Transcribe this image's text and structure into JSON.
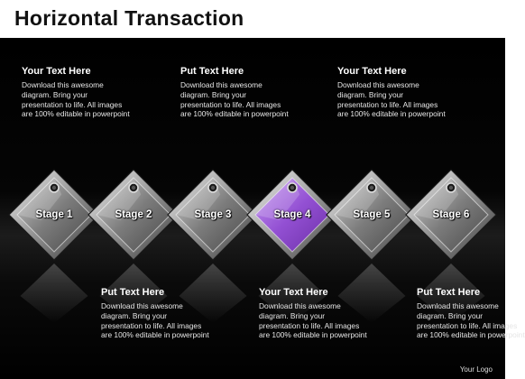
{
  "title": "Horizontal Transaction",
  "stages": [
    {
      "label": "Stage 1",
      "highlighted": false
    },
    {
      "label": "Stage 2",
      "highlighted": false
    },
    {
      "label": "Stage 3",
      "highlighted": false
    },
    {
      "label": "Stage 4",
      "highlighted": true
    },
    {
      "label": "Stage 5",
      "highlighted": false
    },
    {
      "label": "Stage 6",
      "highlighted": false
    }
  ],
  "top_texts": [
    {
      "heading": "Your Text Here",
      "body": "Download this awesome diagram. Bring your presentation to life. All images are 100% editable in powerpoint"
    },
    {
      "heading": "Put Text Here",
      "body": "Download this awesome diagram. Bring your presentation to life. All images are 100% editable in powerpoint"
    },
    {
      "heading": "Your Text Here",
      "body": "Download this awesome diagram. Bring your presentation to life. All images are 100% editable in powerpoint"
    }
  ],
  "bottom_texts": [
    {
      "heading": "Put Text Here",
      "body": "Download this awesome diagram. Bring your presentation to life. All images are 100% editable in powerpoint"
    },
    {
      "heading": "Your Text Here",
      "body": "Download this awesome diagram. Bring your presentation to life. All images are 100% editable in powerpoint"
    },
    {
      "heading": "Put Text Here",
      "body": "Download this awesome diagram. Bring your presentation to life. All images are 100% editable in powerpoint"
    }
  ],
  "logo": "Your Logo",
  "colors": {
    "background": "#000000",
    "header": "#ffffff",
    "stage_gray": "#8a8a8a",
    "stage_highlight": "#9b5fd6"
  }
}
